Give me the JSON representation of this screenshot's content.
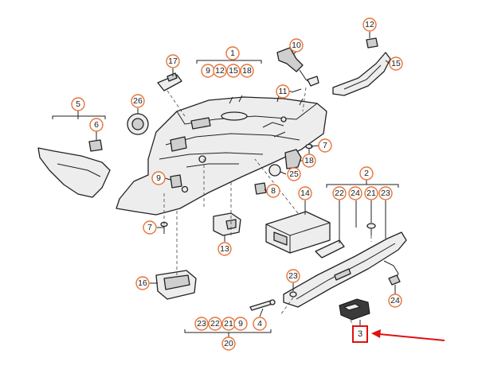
{
  "callouts": {
    "c1": "1",
    "c1a": "9",
    "c1b": "12",
    "c1c": "15",
    "c1d": "18",
    "c2": "2",
    "c2a": "22",
    "c2b": "24",
    "c2c": "21",
    "c2d": "23",
    "c3": "3",
    "c4": "4",
    "c5": "5",
    "c6": "6",
    "c7a": "7",
    "c7b": "7",
    "c8": "8",
    "c9": "9",
    "c10": "10",
    "c11": "11",
    "c12": "12",
    "c13": "13",
    "c14": "14",
    "c15": "15",
    "c16": "16",
    "c17": "17",
    "c18": "18",
    "c20": "20",
    "c20a": "23",
    "c20b": "22",
    "c20c": "21",
    "c20d": "9",
    "c23": "23",
    "c24": "24",
    "c25": "25",
    "c26": "26"
  },
  "colors": {
    "callout_ring": "#e8743b",
    "highlight": "#e01010"
  }
}
